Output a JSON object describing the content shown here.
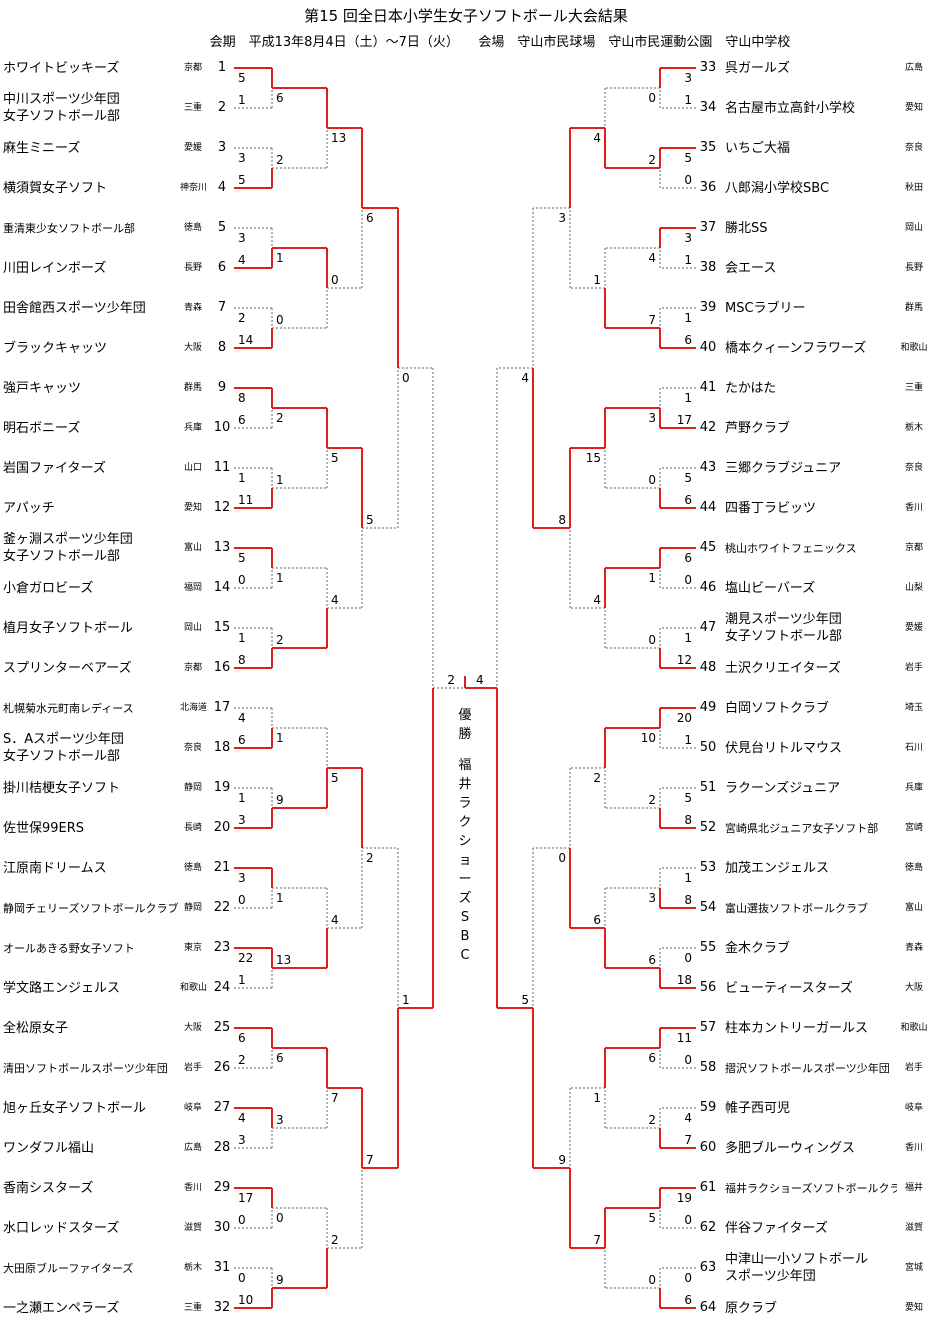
{
  "title": "第15 回全日本小学生女子ソフトボール大会結果",
  "subtitle": "会期　平成13年8月4日（土）～7日（火）　　会場　守山市民球場　守山市民運動公園　守山中学校",
  "champion_label": "優勝",
  "champion_team": "福井ラクショーズSBC",
  "left_teams": [
    {
      "no": "1",
      "name": "ホワイトビッキーズ",
      "pref": "京都"
    },
    {
      "no": "2",
      "name": "中川スポーツ少年団\n女子ソフトボール部",
      "pref": "三重"
    },
    {
      "no": "3",
      "name": "麻生ミニーズ",
      "pref": "愛媛"
    },
    {
      "no": "4",
      "name": "横須賀女子ソフト",
      "pref": "神奈川"
    },
    {
      "no": "5",
      "name": "重清東少女ソフトボール部",
      "pref": "徳島"
    },
    {
      "no": "6",
      "name": "川田レインボーズ",
      "pref": "長野"
    },
    {
      "no": "7",
      "name": "田舎館西スポーツ少年団",
      "pref": "青森"
    },
    {
      "no": "8",
      "name": "ブラックキャッツ",
      "pref": "大阪"
    },
    {
      "no": "9",
      "name": "強戸キャッツ",
      "pref": "群馬"
    },
    {
      "no": "10",
      "name": "明石ボニーズ",
      "pref": "兵庫"
    },
    {
      "no": "11",
      "name": "岩国ファイターズ",
      "pref": "山口"
    },
    {
      "no": "12",
      "name": "アパッチ",
      "pref": "愛知"
    },
    {
      "no": "13",
      "name": "釜ヶ淵スポーツ少年団\n女子ソフトボール部",
      "pref": "富山"
    },
    {
      "no": "14",
      "name": "小倉ガロビーズ",
      "pref": "福岡"
    },
    {
      "no": "15",
      "name": "植月女子ソフトボール",
      "pref": "岡山"
    },
    {
      "no": "16",
      "name": "スプリンターベアーズ",
      "pref": "京都"
    },
    {
      "no": "17",
      "name": "札幌菊水元町南レディース",
      "pref": "北海道"
    },
    {
      "no": "18",
      "name": "S．Aスポーツ少年団\n女子ソフトボール部",
      "pref": "奈良"
    },
    {
      "no": "19",
      "name": "掛川桔梗女子ソフト",
      "pref": "静岡"
    },
    {
      "no": "20",
      "name": "佐世保99ERS",
      "pref": "長崎"
    },
    {
      "no": "21",
      "name": "江原南ドリームス",
      "pref": "徳島"
    },
    {
      "no": "22",
      "name": "静岡チェリーズソフトボールクラブ",
      "pref": "静岡"
    },
    {
      "no": "23",
      "name": "オールあきる野女子ソフト",
      "pref": "東京"
    },
    {
      "no": "24",
      "name": "学文路エンジェルス",
      "pref": "和歌山"
    },
    {
      "no": "25",
      "name": "全松原女子",
      "pref": "大阪"
    },
    {
      "no": "26",
      "name": "清田ソフトボールスポーツ少年団",
      "pref": "岩手"
    },
    {
      "no": "27",
      "name": "旭ヶ丘女子ソフトボール",
      "pref": "岐阜"
    },
    {
      "no": "28",
      "name": "ワンダフル福山",
      "pref": "広島"
    },
    {
      "no": "29",
      "name": "香南シスターズ",
      "pref": "香川"
    },
    {
      "no": "30",
      "name": "水口レッドスターズ",
      "pref": "滋賀"
    },
    {
      "no": "31",
      "name": "大田原ブルーファイターズ",
      "pref": "栃木"
    },
    {
      "no": "32",
      "name": "一之瀬エンペラーズ",
      "pref": "三重"
    }
  ],
  "right_teams": [
    {
      "no": "33",
      "name": "呉ガールズ",
      "pref": "広島"
    },
    {
      "no": "34",
      "name": "名古屋市立高針小学校",
      "pref": "愛知"
    },
    {
      "no": "35",
      "name": "いちご大福",
      "pref": "奈良"
    },
    {
      "no": "36",
      "name": "八郎潟小学校SBC",
      "pref": "秋田"
    },
    {
      "no": "37",
      "name": "勝北SS",
      "pref": "岡山"
    },
    {
      "no": "38",
      "name": "会エース",
      "pref": "長野"
    },
    {
      "no": "39",
      "name": "MSCラブリー",
      "pref": "群馬"
    },
    {
      "no": "40",
      "name": "橋本クィーンフラワーズ",
      "pref": "和歌山"
    },
    {
      "no": "41",
      "name": "たかはた",
      "pref": "三重"
    },
    {
      "no": "42",
      "name": "芦野クラブ",
      "pref": "栃木"
    },
    {
      "no": "43",
      "name": "三郷クラブジュニア",
      "pref": "奈良"
    },
    {
      "no": "44",
      "name": "四番丁ラビッツ",
      "pref": "香川"
    },
    {
      "no": "45",
      "name": "桃山ホワイトフェニックス",
      "pref": "京都"
    },
    {
      "no": "46",
      "name": "塩山ビーバーズ",
      "pref": "山梨"
    },
    {
      "no": "47",
      "name": "潮見スポーツ少年団\n女子ソフトボール部",
      "pref": "愛媛"
    },
    {
      "no": "48",
      "name": "土沢クリエイターズ",
      "pref": "岩手"
    },
    {
      "no": "49",
      "name": "白岡ソフトクラブ",
      "pref": "埼玉"
    },
    {
      "no": "50",
      "name": "伏見台リトルマウス",
      "pref": "石川"
    },
    {
      "no": "51",
      "name": "ラクーンズジュニア",
      "pref": "兵庫"
    },
    {
      "no": "52",
      "name": "宮崎県北ジュニア女子ソフト部",
      "pref": "宮崎"
    },
    {
      "no": "53",
      "name": "加茂エンジェルス",
      "pref": "徳島"
    },
    {
      "no": "54",
      "name": "富山選抜ソフトボールクラブ",
      "pref": "富山"
    },
    {
      "no": "55",
      "name": "金木クラブ",
      "pref": "青森"
    },
    {
      "no": "56",
      "name": "ビューティースターズ",
      "pref": "大阪"
    },
    {
      "no": "57",
      "name": "柱本カントリーガールス",
      "pref": "和歌山"
    },
    {
      "no": "58",
      "name": "摺沢ソフトボールスポーツ少年団",
      "pref": "岩手"
    },
    {
      "no": "59",
      "name": "帷子西可児",
      "pref": "岐阜"
    },
    {
      "no": "60",
      "name": "多肥ブルーウィングス",
      "pref": "香川"
    },
    {
      "no": "61",
      "name": "福井ラクショーズソフトボールクラブ",
      "pref": "福井"
    },
    {
      "no": "62",
      "name": "伴谷ファイターズ",
      "pref": "滋賀"
    },
    {
      "no": "63",
      "name": "中津山一小ソフトボール\nスポーツ少年団",
      "pref": "宮城"
    },
    {
      "no": "64",
      "name": "原クラブ",
      "pref": "愛知"
    }
  ],
  "scores": {
    "left": {
      "r1": [
        [
          5,
          1
        ],
        [
          3,
          5
        ],
        [
          3,
          4
        ],
        [
          2,
          14
        ],
        [
          8,
          6
        ],
        [
          1,
          11
        ],
        [
          5,
          0
        ],
        [
          1,
          8
        ],
        [
          4,
          6
        ],
        [
          1,
          3
        ],
        [
          3,
          0
        ],
        [
          22,
          1
        ],
        [
          6,
          2
        ],
        [
          4,
          3
        ],
        [
          17,
          0
        ],
        [
          0,
          10
        ]
      ],
      "r2": [
        [
          6,
          2
        ],
        [
          1,
          0
        ],
        [
          2,
          1
        ],
        [
          1,
          2
        ],
        [
          1,
          9
        ],
        [
          1,
          13
        ],
        [
          6,
          3
        ],
        [
          0,
          9
        ]
      ],
      "r3": [
        [
          13,
          0
        ],
        [
          5,
          4
        ],
        [
          5,
          4
        ],
        [
          7,
          2
        ]
      ],
      "r4": [
        [
          6,
          5
        ],
        [
          2,
          7
        ]
      ],
      "r5": [
        [
          0,
          1
        ]
      ],
      "final": 2
    },
    "right": {
      "r1": [
        [
          3,
          1
        ],
        [
          5,
          0
        ],
        [
          3,
          1
        ],
        [
          1,
          6
        ],
        [
          1,
          17
        ],
        [
          5,
          6
        ],
        [
          6,
          0
        ],
        [
          1,
          12
        ],
        [
          20,
          1
        ],
        [
          5,
          8
        ],
        [
          1,
          8
        ],
        [
          0,
          18
        ],
        [
          11,
          0
        ],
        [
          4,
          7
        ],
        [
          19,
          0
        ],
        [
          0,
          6
        ]
      ],
      "r2": [
        [
          0,
          2
        ],
        [
          4,
          7
        ],
        [
          3,
          0
        ],
        [
          1,
          0
        ],
        [
          10,
          2
        ],
        [
          3,
          6
        ],
        [
          6,
          2
        ],
        [
          5,
          0
        ]
      ],
      "r3": [
        [
          4,
          1
        ],
        [
          15,
          4
        ],
        [
          2,
          6
        ],
        [
          1,
          7
        ]
      ],
      "r4": [
        [
          3,
          8
        ],
        [
          0,
          9
        ]
      ],
      "r5": [
        [
          4,
          5
        ]
      ],
      "final": 4
    }
  },
  "colors": {
    "win": "#e02020",
    "lose": "#666666"
  }
}
